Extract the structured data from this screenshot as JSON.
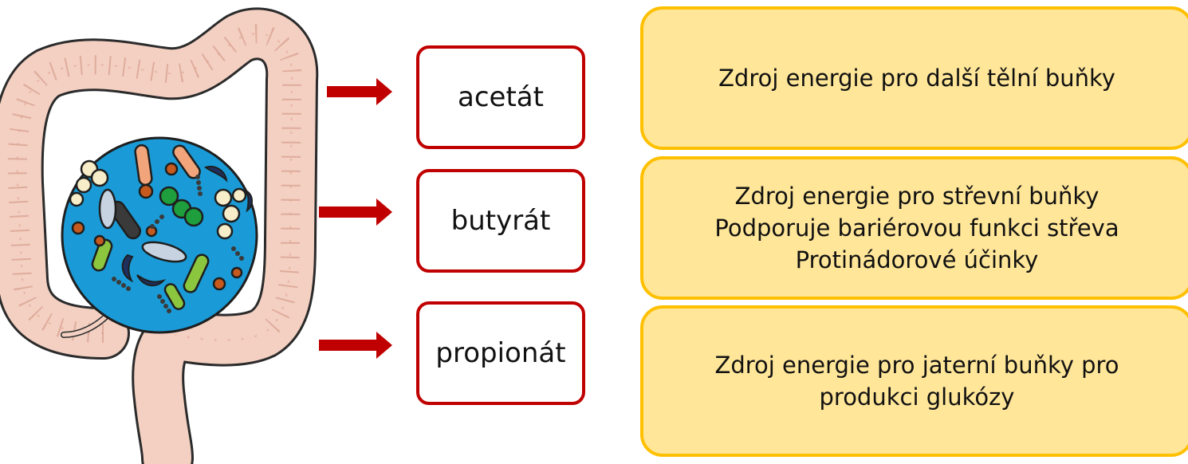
{
  "illustration": {
    "icon": "large-intestine-with-gut-bacteria-icon",
    "colors": {
      "intestine_fill": "#f3d0c2",
      "intestine_outline": "#2b2b2b",
      "microbiome_circle": "#1a9bd7"
    }
  },
  "colors": {
    "arrow": "#c00000",
    "term_border": "#c00000",
    "desc_fill": "#ffe699",
    "desc_border": "#ffc000"
  },
  "rows": [
    {
      "term": "acetát",
      "description": [
        "Zdroj energie pro další tělní buňky"
      ]
    },
    {
      "term": "butyrát",
      "description": [
        "Zdroj energie pro střevní buňky",
        "Podporuje bariérovou funkci střeva",
        "Protinádorové účinky"
      ]
    },
    {
      "term": "propionát",
      "description": [
        "Zdroj energie pro jaterní buňky pro",
        "produkci glukózy"
      ]
    }
  ]
}
